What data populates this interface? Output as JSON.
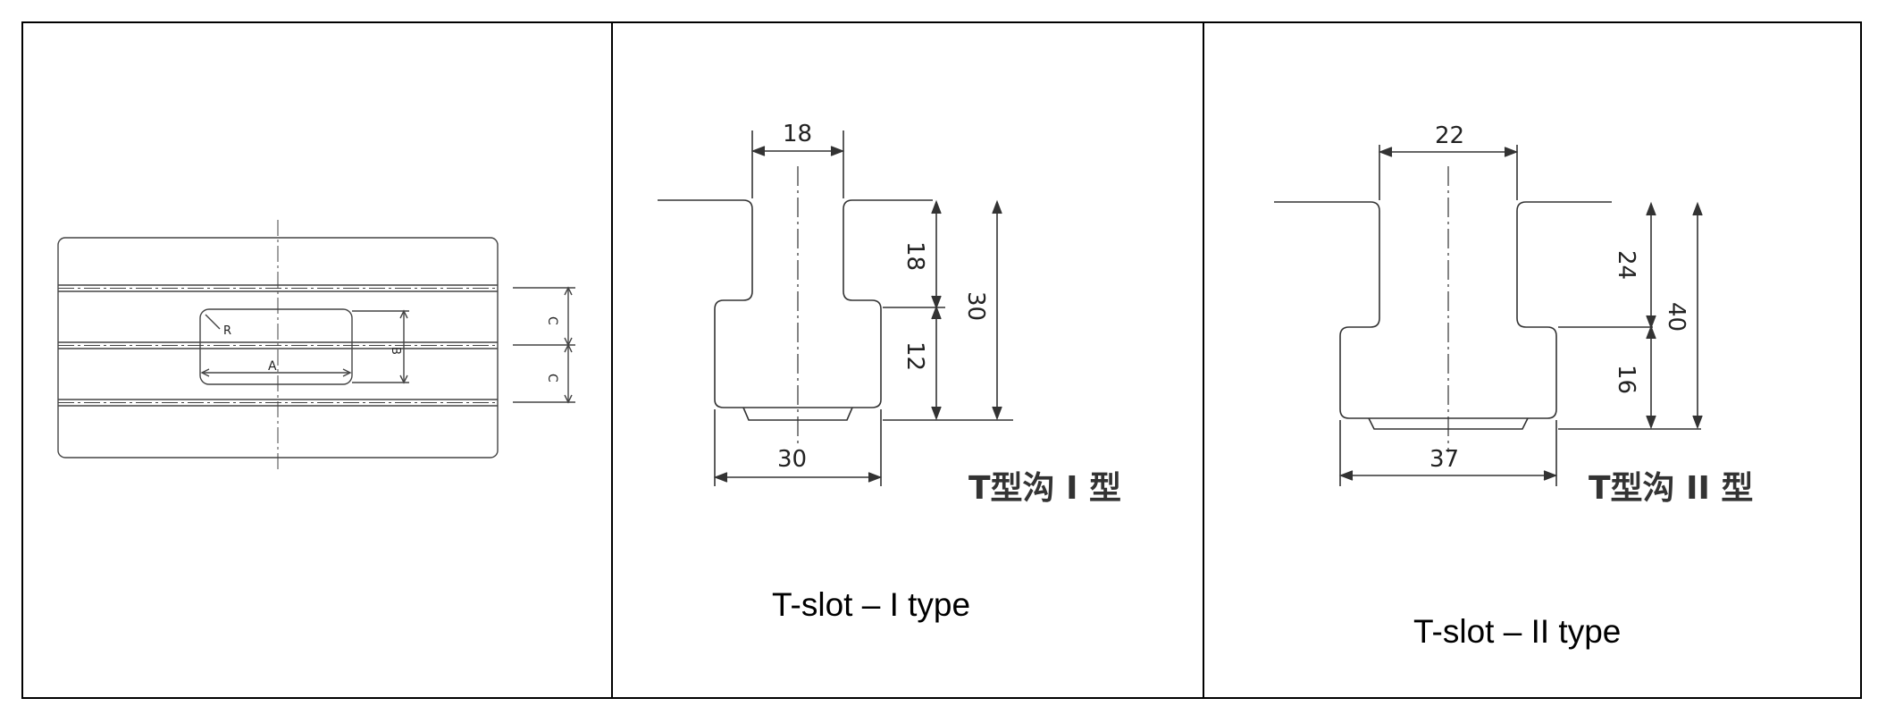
{
  "panels": [
    {
      "id": "plate",
      "labels": {
        "radius": "R",
        "length": "A",
        "height": "B",
        "offset_top": "C",
        "offset_bottom": "C"
      }
    },
    {
      "id": "tslot-1",
      "dims": {
        "neck_width": "18",
        "neck_height": "18",
        "head_height": "12",
        "total_height": "30",
        "head_width": "30"
      },
      "label_cn": "T型沟 I 型",
      "caption": "T-slot – I type"
    },
    {
      "id": "tslot-2",
      "dims": {
        "neck_width": "22",
        "neck_height": "24",
        "head_height": "16",
        "total_height": "40",
        "head_width": "37"
      },
      "label_cn": "T型沟 II 型",
      "caption": "T-slot – II type"
    }
  ]
}
